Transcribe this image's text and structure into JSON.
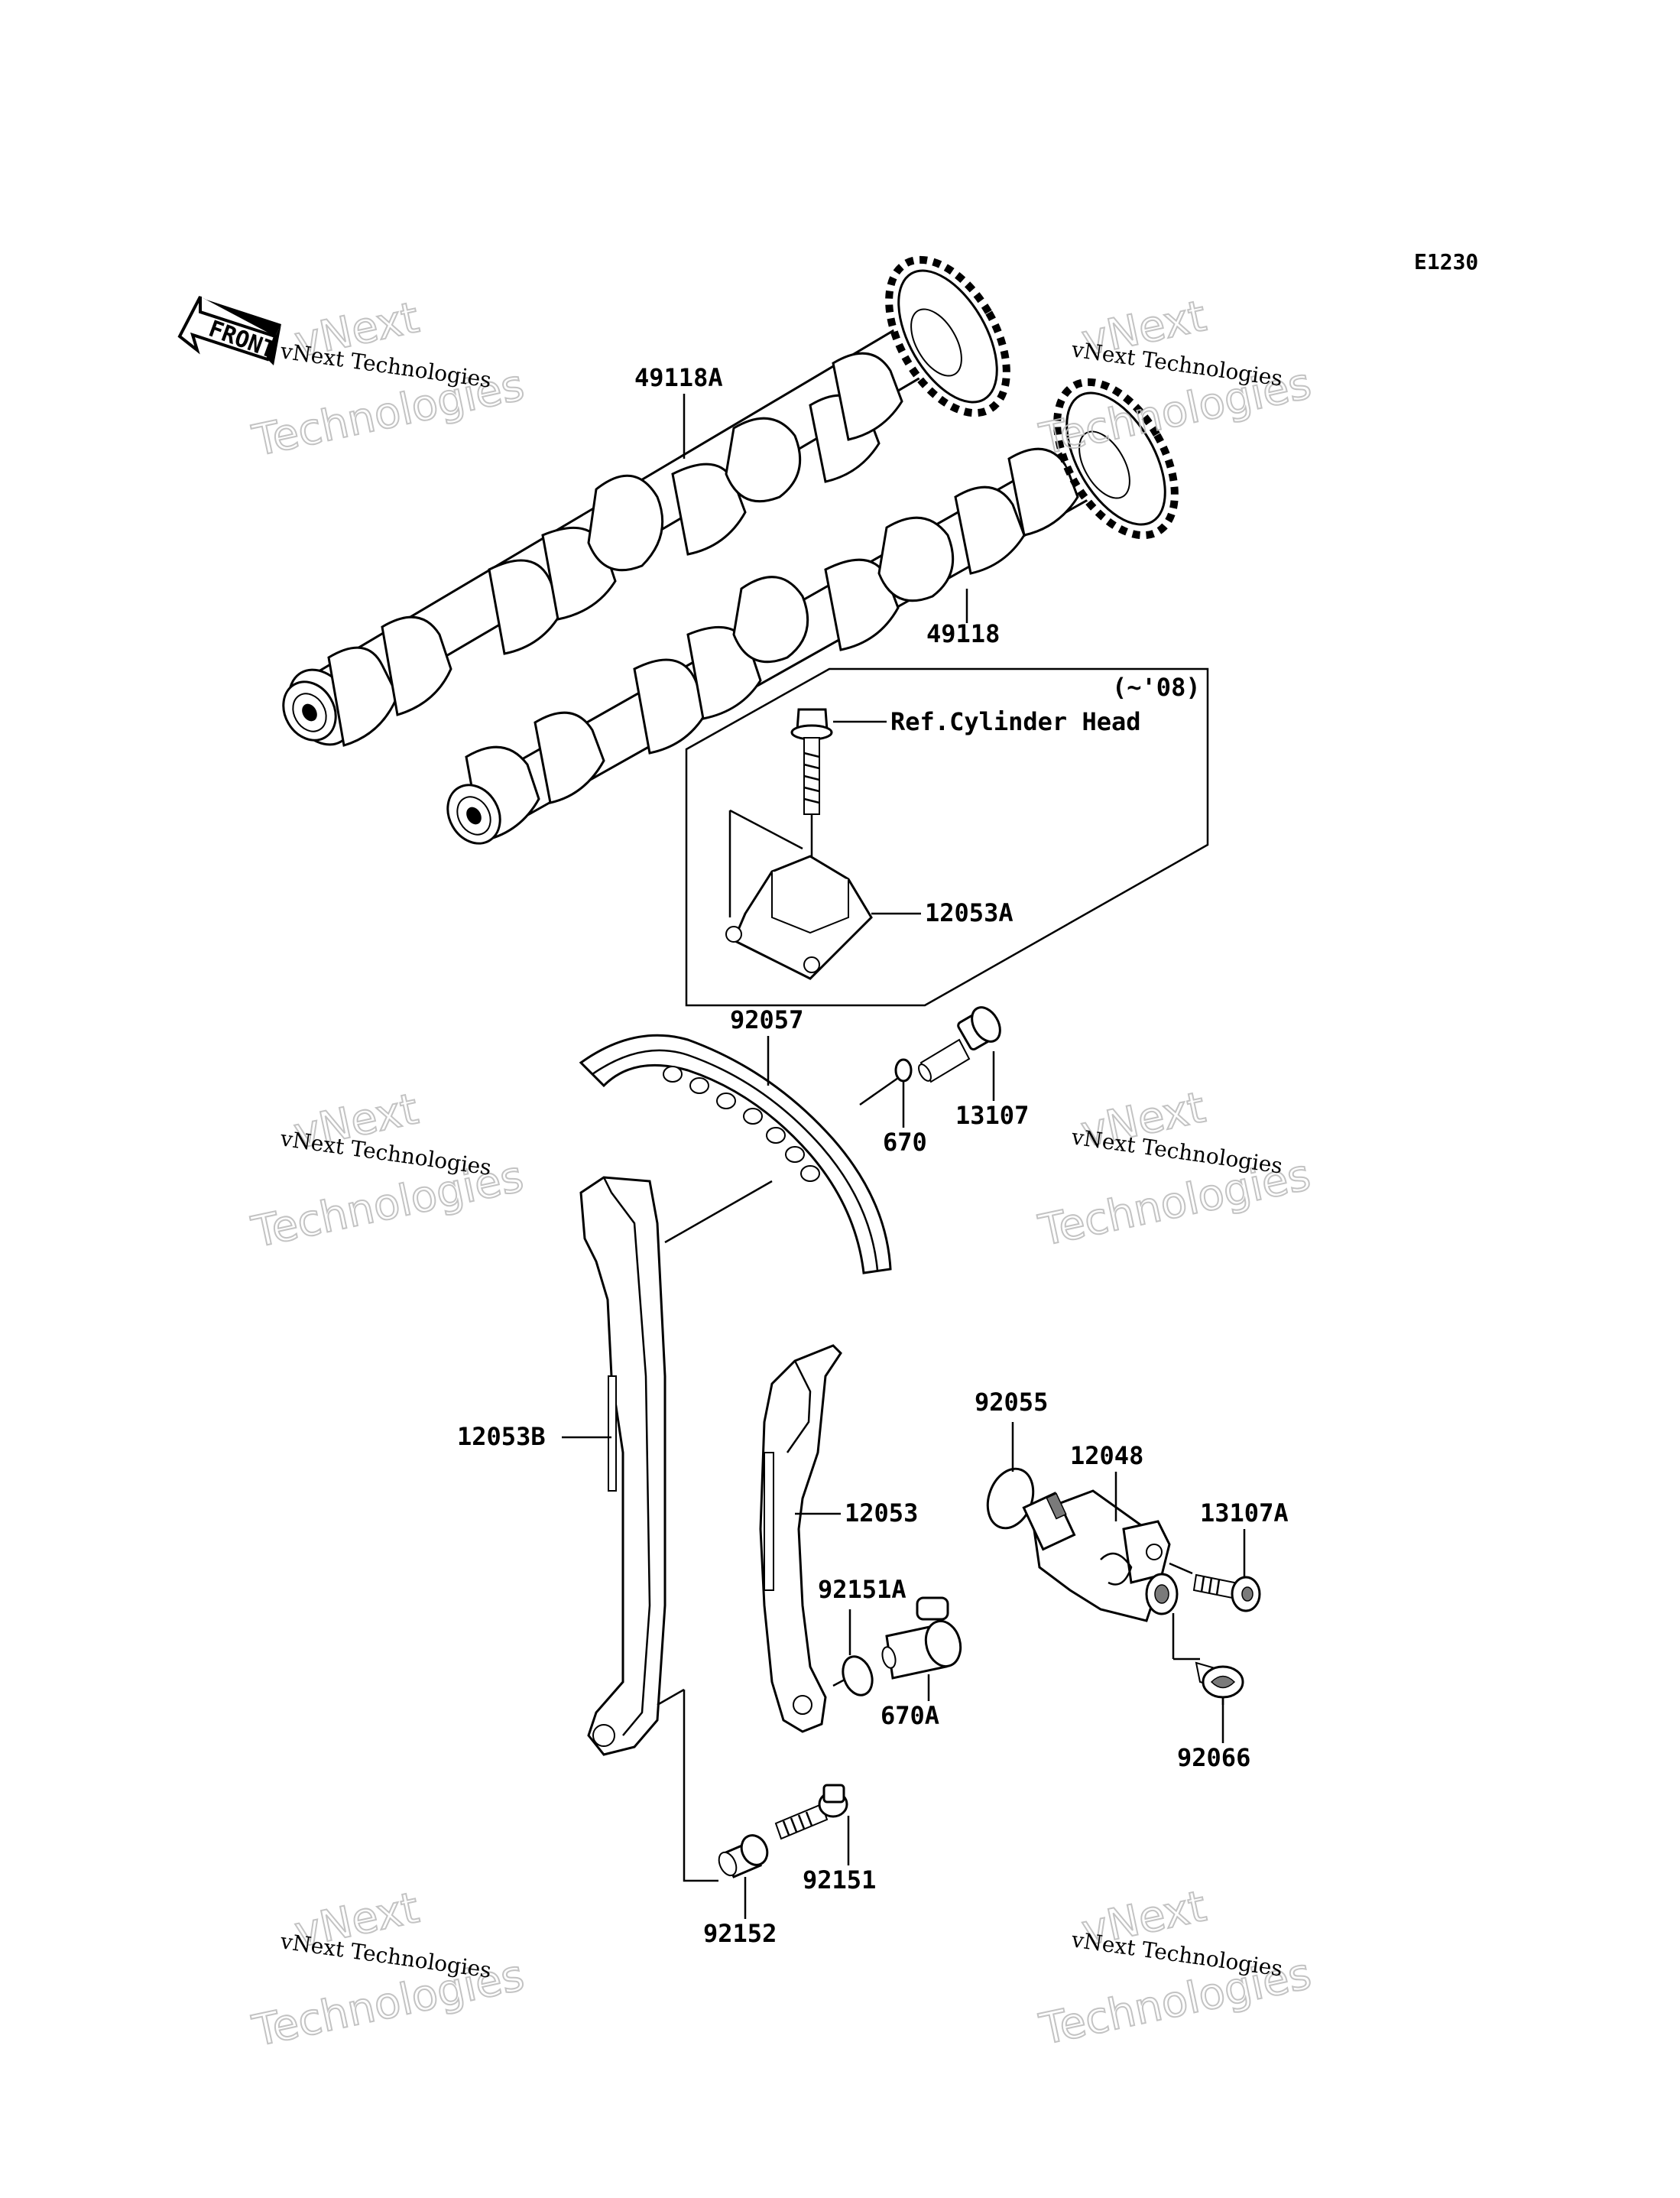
{
  "diagram": {
    "code": "E1230",
    "front_label": "FRONT",
    "inset_note": "(~'08)",
    "reference_note": "Ref.Cylinder Head",
    "parts": [
      {
        "id": "intake-camshaft",
        "number": "49118A"
      },
      {
        "id": "exhaust-camshaft",
        "number": "49118"
      },
      {
        "id": "guide-upper",
        "number": "12053A"
      },
      {
        "id": "cam-chain",
        "number": "92057"
      },
      {
        "id": "oring-670",
        "number": "670"
      },
      {
        "id": "bolt-13107",
        "number": "13107"
      },
      {
        "id": "guide-front",
        "number": "12053B"
      },
      {
        "id": "guide-rear",
        "number": "12053"
      },
      {
        "id": "oring-92055",
        "number": "92055"
      },
      {
        "id": "tensioner",
        "number": "12048"
      },
      {
        "id": "bolt-92151a",
        "number": "92151A"
      },
      {
        "id": "oring-670a",
        "number": "670A"
      },
      {
        "id": "bolt-13107a",
        "number": "13107A"
      },
      {
        "id": "bolt-92066",
        "number": "92066"
      },
      {
        "id": "bolt-92151",
        "number": "92151"
      },
      {
        "id": "collar-92152",
        "number": "92152"
      }
    ]
  },
  "watermark": {
    "line1": "vNext",
    "line2": "vNext Technologies",
    "line3": "Technologies"
  }
}
